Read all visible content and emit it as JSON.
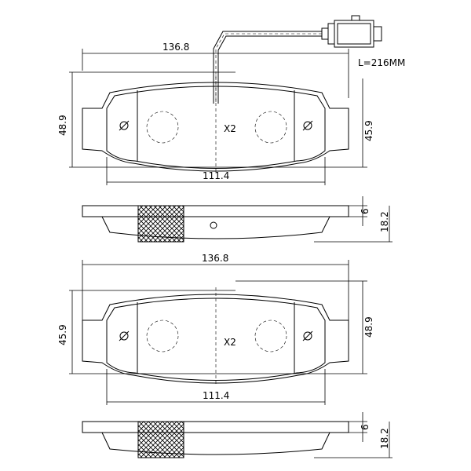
{
  "top_pad": {
    "width_label": "136.8",
    "height_left_label": "48.9",
    "height_right_label": "45.9",
    "lower_width_label": "111.4",
    "quantity_label": "X2",
    "wire_length_label": "L=216MM"
  },
  "top_side": {
    "thickness_label": "6",
    "overall_thickness_label": "18.2"
  },
  "bottom_pad": {
    "width_label": "136.8",
    "height_left_label": "45.9",
    "height_right_label": "48.9",
    "lower_width_label": "111.4",
    "quantity_label": "X2"
  },
  "bottom_side": {
    "thickness_label": "6",
    "overall_thickness_label": "18.2"
  }
}
